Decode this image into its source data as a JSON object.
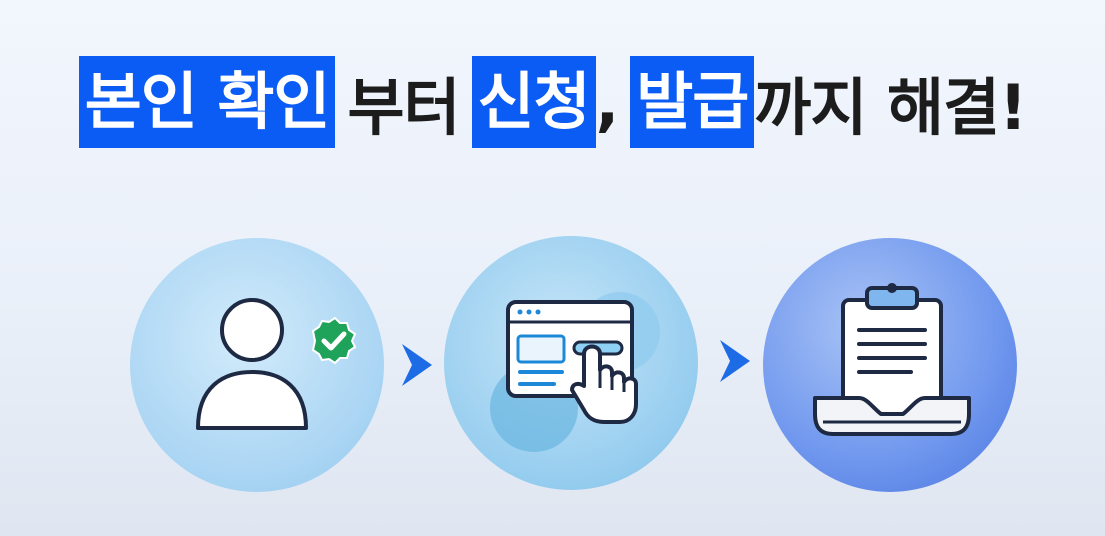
{
  "headline": {
    "part1": "본인 확인",
    "part2": "부터",
    "part3": "신청",
    "part4": ",",
    "part5": "발급",
    "part6": "까지 해결!"
  },
  "steps": [
    {
      "icon": "verified-user-icon"
    },
    {
      "icon": "web-application-click-icon"
    },
    {
      "icon": "document-issuance-icon"
    }
  ],
  "colors": {
    "highlight": "#0a5cf5",
    "arrow": "#1e6be6",
    "check_badge": "#1fa25a",
    "outline": "#1e2a44"
  }
}
